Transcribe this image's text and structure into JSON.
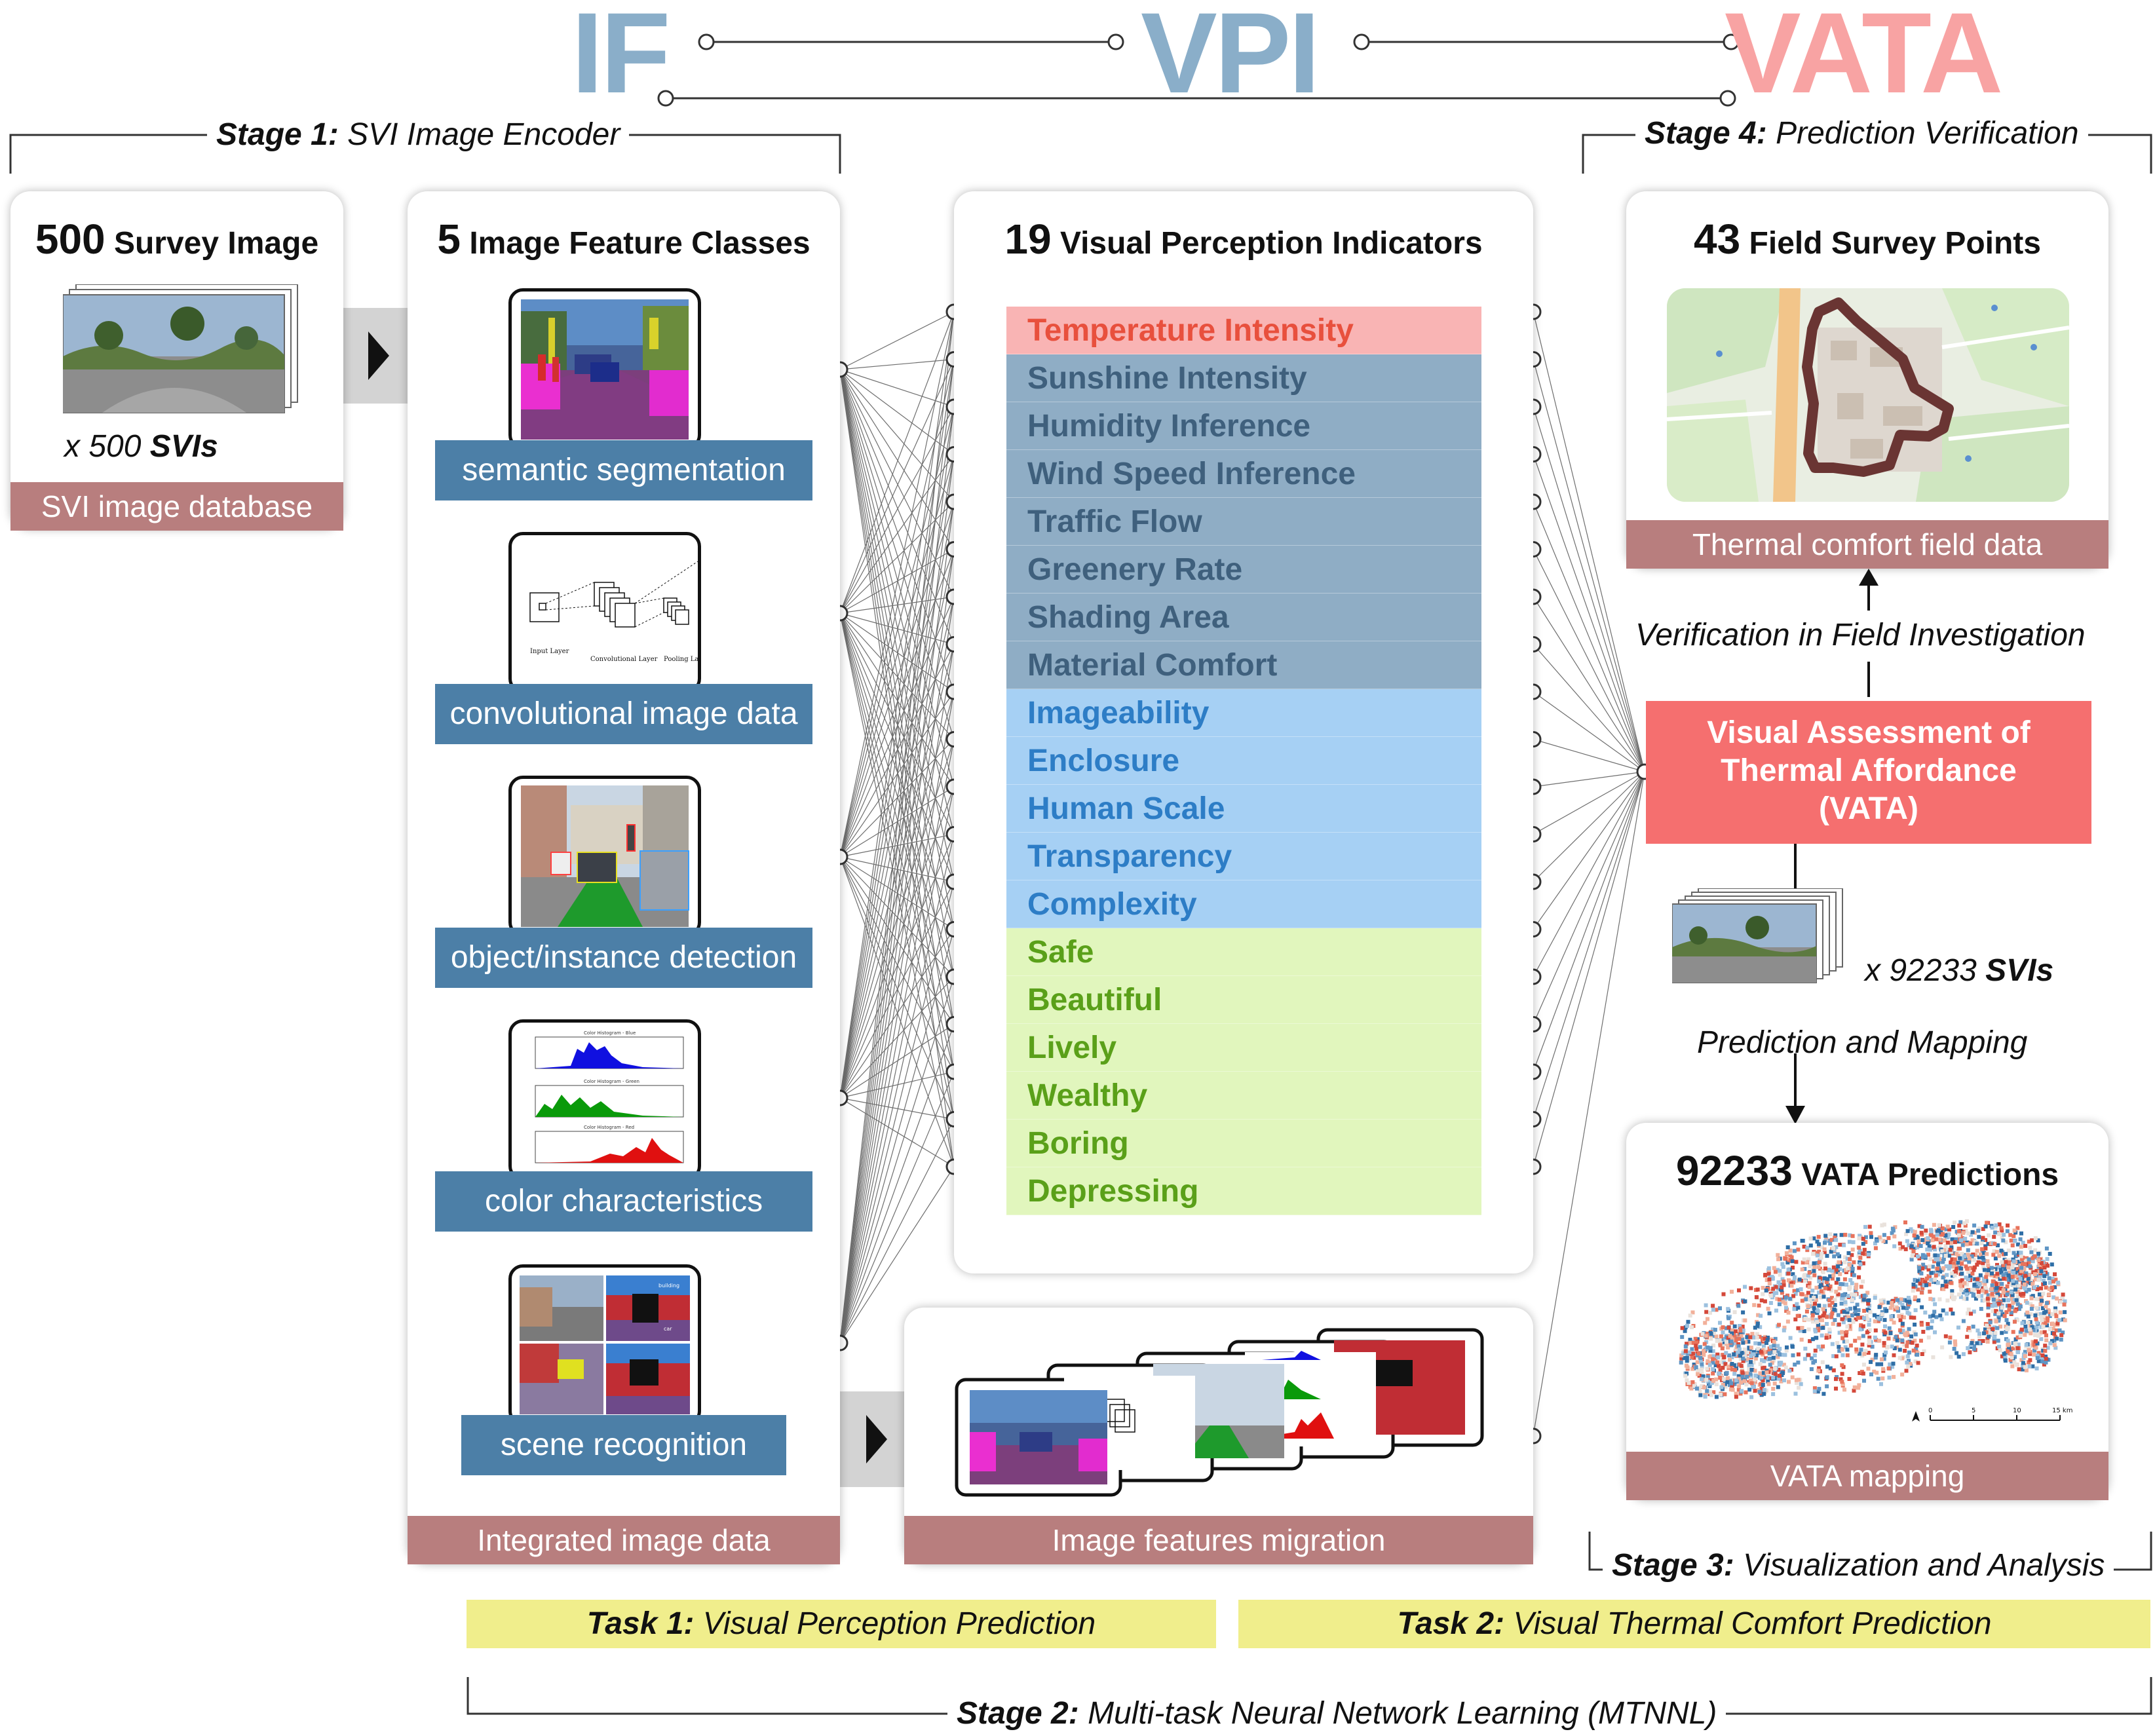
{
  "header": {
    "if": "IF",
    "vpi": "VPI",
    "vata": "VATA"
  },
  "stages": {
    "stage1": {
      "label": "Stage 1:",
      "text": "SVI Image Encoder"
    },
    "stage2": {
      "label": "Stage 2:",
      "text": "Multi-task Neural Network Learning (MTNNL)"
    },
    "stage3": {
      "label": "Stage 3:",
      "text": "Visualization and Analysis"
    },
    "stage4": {
      "label": "Stage 4:",
      "text": "Prediction Verification"
    }
  },
  "survey": {
    "count": "500",
    "title": "Survey Image",
    "mult": "x 500",
    "mult_bold": "SVIs",
    "footer": "SVI image database"
  },
  "features": {
    "count": "5",
    "title": "Image Feature Classes",
    "items": [
      "semantic segmentation",
      "convolutional image data",
      "object/instance detection",
      "color characteristics",
      "scene recognition"
    ],
    "footer": "Integrated image data",
    "cnn_labels": {
      "input": "Input Layer",
      "conv": "Convolutional Layer",
      "pool": "Pooling Layer"
    },
    "hist_titles": [
      "Color Histogram - Blue",
      "Color Histogram - Green",
      "Color Histogram - Red"
    ],
    "scene_labels": [
      "building",
      "car"
    ]
  },
  "indicators": {
    "count": "19",
    "title": "Visual Perception Indicators",
    "items": [
      {
        "label": "Temperature Intensity",
        "bg": "#f9b4b4",
        "fg": "#e8503d"
      },
      {
        "label": "Sunshine Intensity",
        "bg": "#8fadc5",
        "fg": "#3f607d"
      },
      {
        "label": "Humidity Inference",
        "bg": "#8fadc5",
        "fg": "#3f607d"
      },
      {
        "label": "Wind Speed Inference",
        "bg": "#8fadc5",
        "fg": "#3f607d"
      },
      {
        "label": "Traffic Flow",
        "bg": "#8fadc5",
        "fg": "#3f607d"
      },
      {
        "label": "Greenery Rate",
        "bg": "#8fadc5",
        "fg": "#3f607d"
      },
      {
        "label": "Shading Area",
        "bg": "#8fadc5",
        "fg": "#3f607d"
      },
      {
        "label": "Material Comfort",
        "bg": "#8fadc5",
        "fg": "#3f607d"
      },
      {
        "label": "Imageability",
        "bg": "#a6d0f4",
        "fg": "#2d7dc6"
      },
      {
        "label": "Enclosure",
        "bg": "#a6d0f4",
        "fg": "#2d7dc6"
      },
      {
        "label": "Human Scale",
        "bg": "#a6d0f4",
        "fg": "#2d7dc6"
      },
      {
        "label": "Transparency",
        "bg": "#a6d0f4",
        "fg": "#2d7dc6"
      },
      {
        "label": "Complexity",
        "bg": "#a6d0f4",
        "fg": "#2d7dc6"
      },
      {
        "label": "Safe",
        "bg": "#e1f6bd",
        "fg": "#5aa019"
      },
      {
        "label": "Beautiful",
        "bg": "#e1f6bd",
        "fg": "#5aa019"
      },
      {
        "label": "Lively",
        "bg": "#e1f6bd",
        "fg": "#5aa019"
      },
      {
        "label": "Wealthy",
        "bg": "#e1f6bd",
        "fg": "#5aa019"
      },
      {
        "label": "Boring",
        "bg": "#e1f6bd",
        "fg": "#5aa019"
      },
      {
        "label": "Depressing",
        "bg": "#e1f6bd",
        "fg": "#5aa019"
      }
    ]
  },
  "migration": {
    "footer": "Image features migration"
  },
  "field": {
    "count": "43",
    "title": "Field Survey Points",
    "footer": "Thermal comfort field data"
  },
  "verification": "Verification in Field Investigation",
  "vata_box": {
    "line1": "Visual Assessment of",
    "line2": "Thermal Affordance",
    "line3": "(VATA)"
  },
  "svis": {
    "mult": "x 92233",
    "mult_bold": "SVIs"
  },
  "prediction_mapping": "Prediction and Mapping",
  "predictions": {
    "count": "92233",
    "title": "VATA Predictions",
    "footer": "VATA mapping",
    "scale_labels": [
      "0",
      "5",
      "10",
      "15 km"
    ]
  },
  "tasks": {
    "task1": {
      "label": "Task 1:",
      "text": "Visual Perception Prediction"
    },
    "task2": {
      "label": "Task 2:",
      "text": "Visual Thermal Comfort Prediction"
    }
  },
  "colors": {
    "if": "#8aaec9",
    "vpi": "#8aaec9",
    "vata": "#f8a3a3",
    "footer": "#b87e7e",
    "feature": "#4c7fa7",
    "vata_box": "#f56f6f",
    "task": "#f0ee8c"
  },
  "icons": [
    "play-arrow-icon",
    "up-arrow-icon",
    "down-arrow-icon",
    "north-arrow-icon"
  ]
}
